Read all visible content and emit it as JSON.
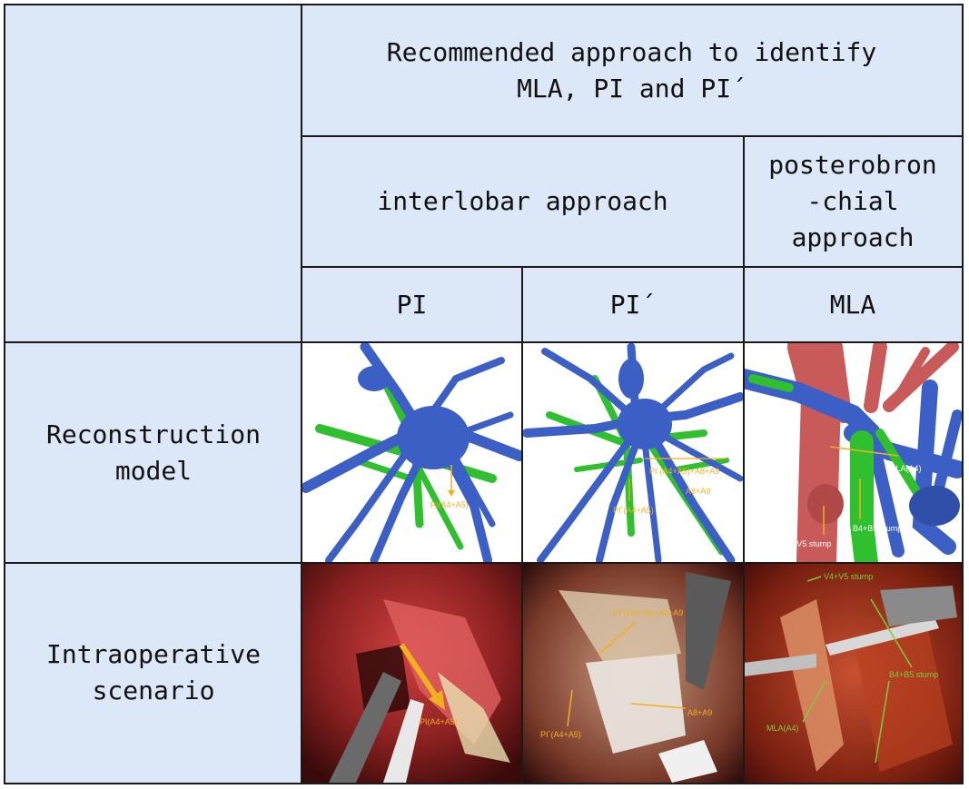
{
  "header": {
    "title": "Recommended approach to identify\nMLA, PI and PI´",
    "group_interlobar": "interlobar approach",
    "group_posterobronchial": "posterobron\n-chial\napproach",
    "col_pi": "PI",
    "col_pi_prime": "PI´",
    "col_mla": "MLA"
  },
  "rows": {
    "reconstruction": "Reconstruction\nmodel",
    "intraoperative": "Intraoperative\nscenario"
  },
  "image_labels": {
    "recon_pi": "PI(A4+A5)",
    "recon_piprime_a": "PI´(A4+A5)+A8+A9",
    "recon_piprime_b": "PI´(A4+A5)",
    "recon_piprime_c": "A8+A9",
    "recon_mla_a": "MLA(A4)",
    "recon_mla_b": "V4+V5 stump",
    "recon_mla_c": "B4+B5 stump",
    "intra_pi": "PI(A4+A5)",
    "intra_piprime_a": "PI´(A4+A5)+A8+A9",
    "intra_piprime_b": "PI´(A4+A5)",
    "intra_piprime_c": "A8+A9",
    "intra_mla_a": "V4+V5 stump",
    "intra_mla_b": "B4+B5 stump",
    "intra_mla_c": "MLA(A4)"
  },
  "colors": {
    "cell_background": "#dce7f7",
    "artery_blue": "#3b5fc4",
    "bronchus_green": "#2fbf2f",
    "vein_red": "#c85a5a",
    "annotation_orange": "#f0b020",
    "annotation_green": "#7acc3a"
  }
}
